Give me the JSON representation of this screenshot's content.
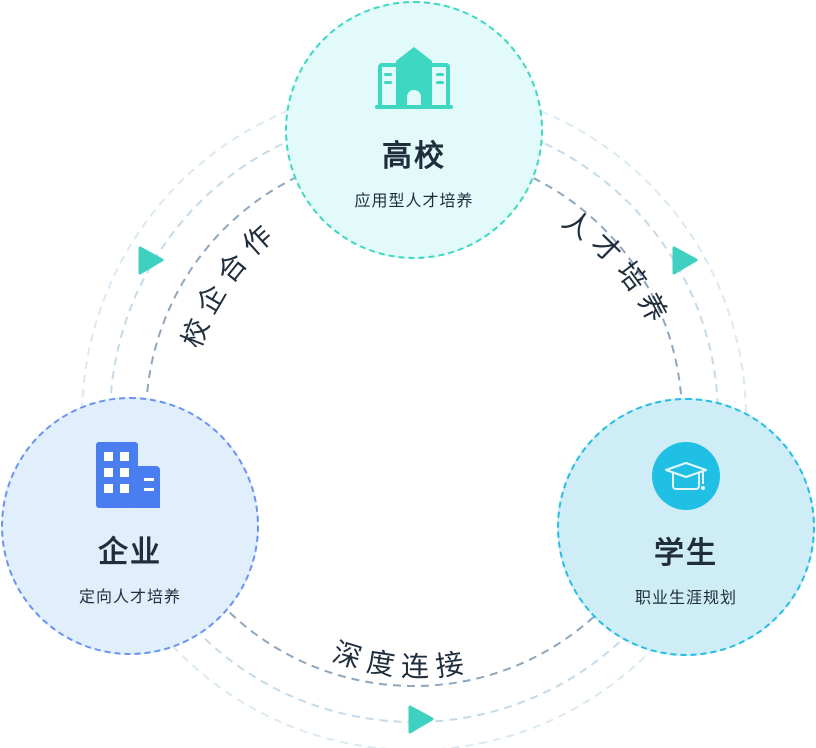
{
  "nodes": {
    "university": {
      "title": "高校",
      "subtitle": "应用型人才培养",
      "icon": "university-building-icon",
      "color": "#3ed7c1"
    },
    "enterprise": {
      "title": "企业",
      "subtitle": "定向人才培养",
      "icon": "office-building-icon",
      "color": "#4a7ef0"
    },
    "student": {
      "title": "学生",
      "subtitle": "职业生涯规划",
      "icon": "graduation-cap-icon",
      "color": "#1fc0e4"
    }
  },
  "links": {
    "left": "校企合作",
    "right": "人才培养",
    "bottom": "深度连接"
  },
  "arrow_color": "#3ed0c0"
}
